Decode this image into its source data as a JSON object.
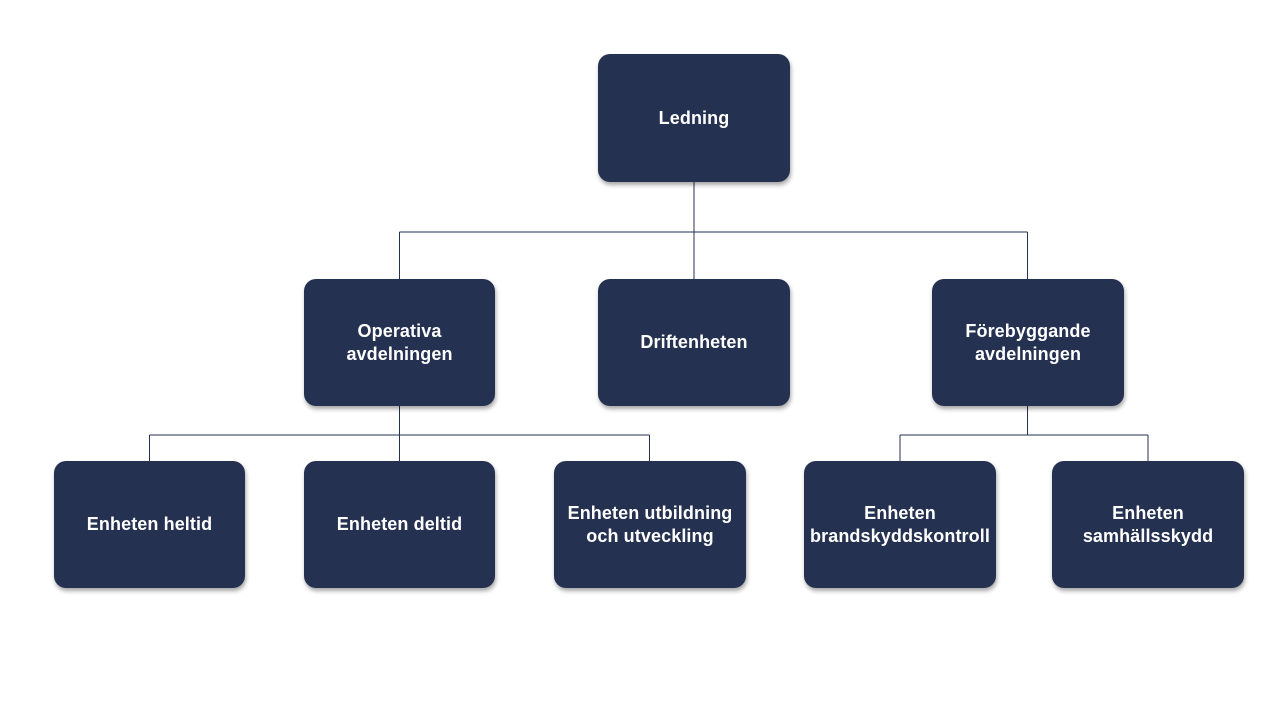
{
  "chart": {
    "root": {
      "label": "Ledning"
    },
    "level2": [
      {
        "label": "Operativa\navdelningen"
      },
      {
        "label": "Driftenheten"
      },
      {
        "label": "Förebyggande\navdelningen"
      }
    ],
    "level3": [
      {
        "label": "Enheten heltid"
      },
      {
        "label": "Enheten deltid"
      },
      {
        "label": "Enheten utbildning\noch utveckling"
      },
      {
        "label": "Enheten\nbrandskyddskontroll"
      },
      {
        "label": "Enheten\nsamhällsskydd"
      }
    ]
  },
  "colors": {
    "box_fill": "#253150",
    "box_text": "#ffffff",
    "connector": "#253150",
    "background": "#ffffff"
  }
}
